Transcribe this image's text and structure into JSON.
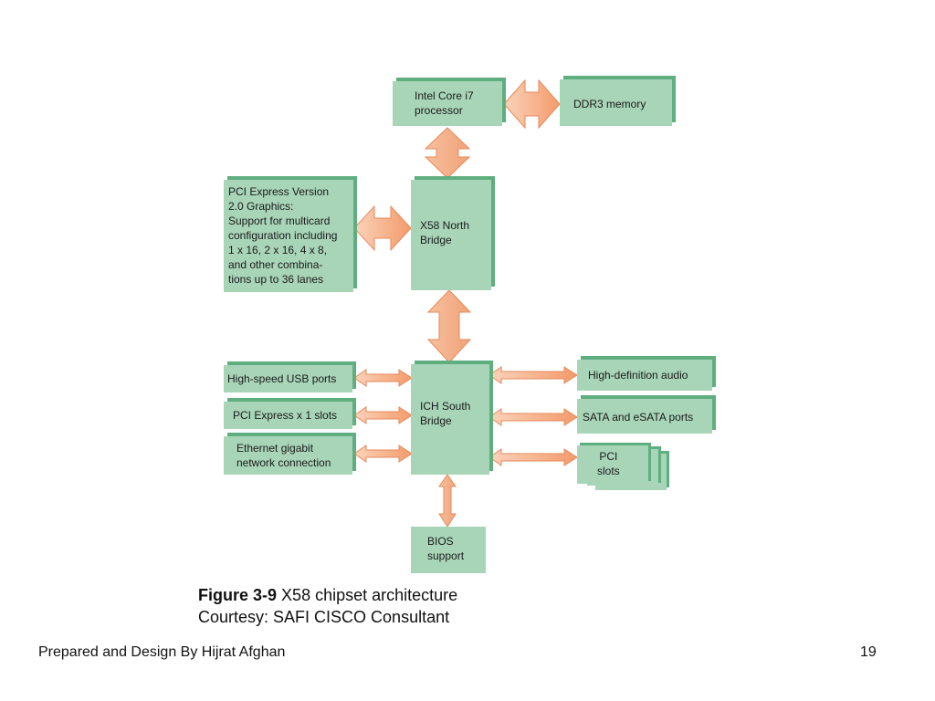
{
  "diagram": {
    "nodes": {
      "cpu": {
        "lines": [
          "Intel Core i7",
          "processor"
        ]
      },
      "ddr3": {
        "label": "DDR3 memory"
      },
      "pcie_gfx": {
        "lines": [
          "PCI Express Version",
          "2.0 Graphics:",
          "Support for multicard",
          "configuration including",
          "1 x 16, 2 x 16, 4 x 8,",
          "and other combina-",
          "tions up to 36 lanes"
        ]
      },
      "north": {
        "lines": [
          "X58 North",
          "Bridge"
        ]
      },
      "south": {
        "lines": [
          "ICH South",
          "Bridge"
        ]
      },
      "usb": {
        "label": "High-speed USB ports"
      },
      "pcie_x1": {
        "label": "PCI Express x 1 slots"
      },
      "ethernet": {
        "lines": [
          "Ethernet gigabit",
          "network connection"
        ]
      },
      "audio": {
        "label": "High-definition audio"
      },
      "sata": {
        "label": "SATA and eSATA ports"
      },
      "pci": {
        "lines": [
          "PCI",
          "slots"
        ]
      },
      "bios": {
        "lines": [
          "BIOS",
          "support"
        ]
      }
    },
    "edges": [
      [
        "cpu",
        "ddr3"
      ],
      [
        "cpu",
        "north"
      ],
      [
        "pcie_gfx",
        "north"
      ],
      [
        "north",
        "south"
      ],
      [
        "usb",
        "south"
      ],
      [
        "pcie_x1",
        "south"
      ],
      [
        "ethernet",
        "south"
      ],
      [
        "south",
        "audio"
      ],
      [
        "south",
        "sata"
      ],
      [
        "south",
        "pci"
      ],
      [
        "south",
        "bios"
      ]
    ],
    "colors": {
      "box": "#a8d5b8",
      "box_shadow": "#5fae7f",
      "arrow_fill": "#f6b48e",
      "arrow_stroke": "#e58a5c"
    }
  },
  "caption": {
    "figure_label": "Figure 3-9",
    "figure_title": "X58 chipset architecture",
    "courtesy": "Courtesy: SAFI CISCO Consultant"
  },
  "footer": {
    "author": "Prepared and Design By Hijrat Afghan",
    "page_number": "19"
  }
}
